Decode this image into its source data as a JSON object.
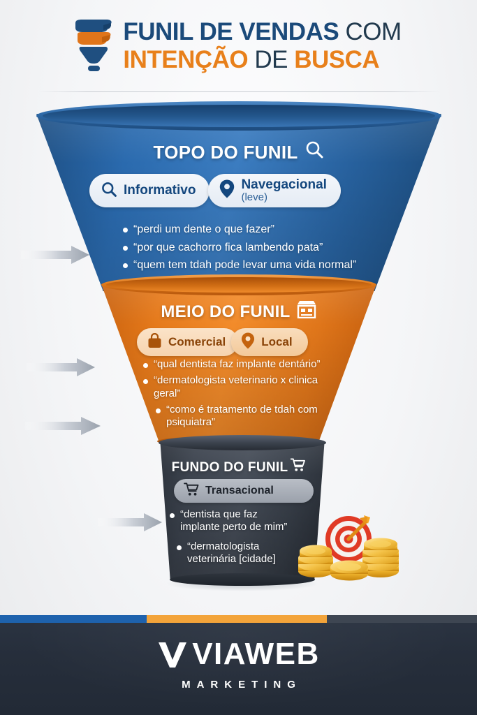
{
  "header": {
    "logo_icon": "funnel-logo-icon",
    "title_line1_strong": "FUNIL DE VENDAS",
    "title_line1_thin": "COM",
    "title_line2_orange_a": "INTENÇÃO",
    "title_line2_thin": "DE",
    "title_line2_orange_b": "BUSCA"
  },
  "colors": {
    "blue": "#2a6aae",
    "dark_blue": "#14477e",
    "orange": "#e8801b",
    "dark_orange": "#8a4408",
    "dark": "#3d444f",
    "footer": "#262e3b",
    "accent_blue": "#1e62ad",
    "accent_orange": "#f3a43a",
    "accent_dark": "#3e4652"
  },
  "stages": [
    {
      "id": "topo",
      "title": "TOPO DO FUNIL",
      "title_icon": "search-icon",
      "tags": [
        {
          "icon": "search-icon",
          "label": "Informativo",
          "sublabel": ""
        },
        {
          "icon": "map-pin-icon",
          "label": "Navegacional",
          "sublabel": "(leve)"
        }
      ],
      "queries": [
        "“perdi um dente o que fazer”",
        "“por que cachorro fica lambendo pata”",
        "“quem tem tdah pode levar uma vida normal”"
      ]
    },
    {
      "id": "meio",
      "title": "MEIO DO FUNIL",
      "title_icon": "storefront-icon",
      "tags": [
        {
          "icon": "shopping-bag-icon",
          "label": "Comercial",
          "sublabel": ""
        },
        {
          "icon": "map-pin-icon",
          "label": "Local",
          "sublabel": ""
        }
      ],
      "queries": [
        "“qual dentista faz implante dentário”",
        "“dermatologista veterinario x clinica geral”",
        "“como é tratamento de tdah com psiquiatra”"
      ]
    },
    {
      "id": "fundo",
      "title": "FUNDO DO FUNIL",
      "title_icon": "shopping-cart-icon",
      "tags": [
        {
          "icon": "shopping-cart-icon",
          "label": "Transacional",
          "sublabel": ""
        }
      ],
      "queries": [
        "“dentista que faz implante perto de mim”",
        "“dermatologista veterinária [cidade]"
      ]
    }
  ],
  "decorations": {
    "arrow_icon": "arrow-right-icon",
    "arrow_count": 4,
    "prize_icon": "target-and-coins-icon"
  },
  "footer": {
    "logo_mark": "viaweb-v-icon",
    "brand": "VIAWEB",
    "tagline": "MARKETING"
  }
}
